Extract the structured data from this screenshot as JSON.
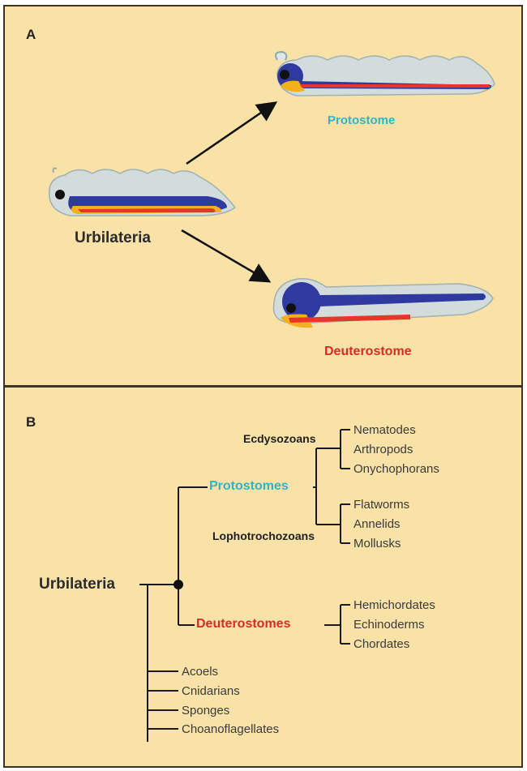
{
  "colors": {
    "background": "#f8e2a8",
    "protostome": "#2fb4c6",
    "deuterostome": "#d92b25",
    "nerve_cord": "#2f3aa0",
    "gut": "#e8352a",
    "body": "#cfd8d8"
  },
  "panel_a": {
    "letter": "A",
    "urbilateria": "Urbilateria",
    "protostome": "Protostome",
    "deuterostome": "Deuterostome"
  },
  "panel_b": {
    "letter": "B",
    "root": "Urbilateria",
    "protostomes": "Protostomes",
    "deuterostomes": "Deuterostomes",
    "ecdysozoans": "Ecdysozoans",
    "lophotrochozoans": "Lophotrochozoans",
    "ecdysozoan_taxa": [
      "Nematodes",
      "Arthropods",
      "Onychophorans"
    ],
    "lophotrochozoan_taxa": [
      "Flatworms",
      "Annelids",
      "Mollusks"
    ],
    "deuterostome_taxa": [
      "Hemichordates",
      "Echinoderms",
      "Chordates"
    ],
    "basal_taxa": [
      "Acoels",
      "Cnidarians",
      "Sponges",
      "Choanoflagellates"
    ]
  }
}
